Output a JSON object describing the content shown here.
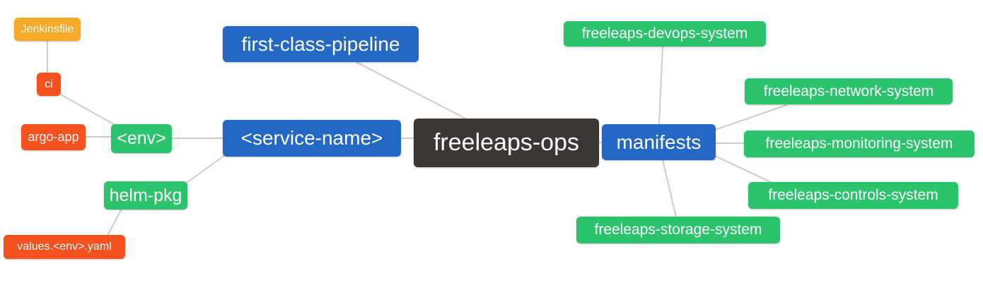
{
  "diagram": {
    "type": "mindmap",
    "root_label": "freeleaps-ops",
    "nodes": {
      "freeleaps_ops": {
        "label": "freeleaps-ops",
        "color": "#3b3737"
      },
      "first_class_pipeline": {
        "label": "first-class-pipeline",
        "color": "#2368c4"
      },
      "service_name": {
        "label": "<service-name>",
        "color": "#2368c4"
      },
      "manifests": {
        "label": "manifests",
        "color": "#2368c4"
      },
      "env": {
        "label": "<env>",
        "color": "#2bc36c"
      },
      "helm_pkg": {
        "label": "helm-pkg",
        "color": "#2bc36c"
      },
      "jenkinsfile": {
        "label": "Jenkinsfile",
        "color": "#f7a928"
      },
      "ci": {
        "label": "ci",
        "color": "#f4511e"
      },
      "argo_app": {
        "label": "argo-app",
        "color": "#f4511e"
      },
      "values_env_yaml": {
        "label": "values.<env>.yaml",
        "color": "#f4511e"
      },
      "devops_system": {
        "label": "freeleaps-devops-system",
        "color": "#2bc36c"
      },
      "network_system": {
        "label": "freeleaps-network-system",
        "color": "#2bc36c"
      },
      "monitoring_system": {
        "label": "freeleaps-monitoring-system",
        "color": "#2bc36c"
      },
      "controls_system": {
        "label": "freeleaps-controls-system",
        "color": "#2bc36c"
      },
      "storage_system": {
        "label": "freeleaps-storage-system",
        "color": "#2bc36c"
      }
    },
    "edges": [
      {
        "from": "jenkinsfile",
        "to": "ci"
      },
      {
        "from": "ci",
        "to": "env"
      },
      {
        "from": "argo_app",
        "to": "env"
      },
      {
        "from": "env",
        "to": "service_name"
      },
      {
        "from": "helm_pkg",
        "to": "service_name"
      },
      {
        "from": "values_env_yaml",
        "to": "helm_pkg"
      },
      {
        "from": "first_class_pipeline",
        "to": "freeleaps_ops"
      },
      {
        "from": "service_name",
        "to": "freeleaps_ops"
      },
      {
        "from": "freeleaps_ops",
        "to": "manifests"
      },
      {
        "from": "manifests",
        "to": "devops_system"
      },
      {
        "from": "manifests",
        "to": "network_system"
      },
      {
        "from": "manifests",
        "to": "monitoring_system"
      },
      {
        "from": "manifests",
        "to": "controls_system"
      },
      {
        "from": "manifests",
        "to": "storage_system"
      }
    ],
    "colors": {
      "background": "#ffffff",
      "edge": "#cccccc",
      "node_text": "#ffffff",
      "blue": "#2368c4",
      "green": "#2bc36c",
      "orange": "#f7a928",
      "red": "#f4511e",
      "dark": "#3b3737"
    }
  }
}
